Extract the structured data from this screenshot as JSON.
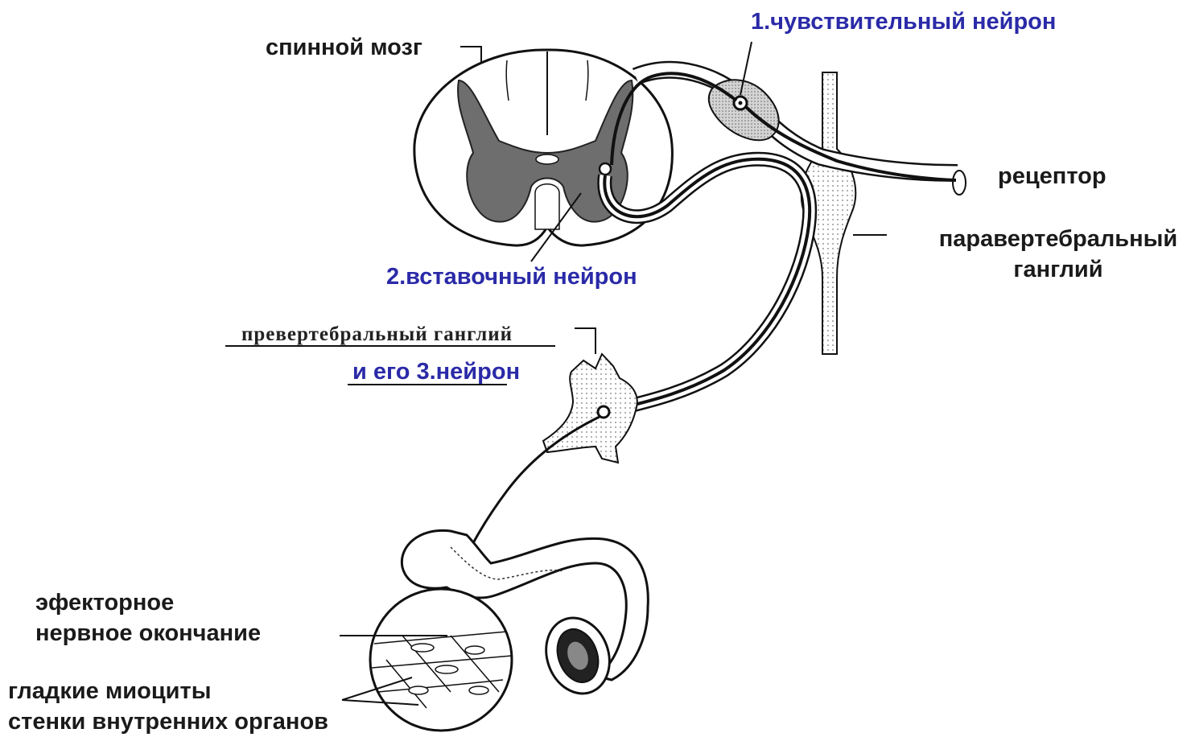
{
  "labels": {
    "spinal_cord": "спинной мозг",
    "sensory_neuron": "1.чувствительный нейрон",
    "receptor": "рецептор",
    "paravertebral_ganglion_1": "паравертебральный",
    "paravertebral_ganglion_2": "ганглий",
    "interneuron": "2.вставочный нейрон",
    "prevertebral_ganglion": "превертебральный ганглий",
    "third_neuron": "и его 3.нейрон",
    "effector_ending_1": "эфекторное",
    "effector_ending_2": "нервное окончание",
    "smooth_myocytes_1": "гладкие миоциты",
    "smooth_myocytes_2": "стенки внутренних органов"
  },
  "colors": {
    "text_black": "#1a1a1a",
    "text_blue": "#2a2aa8",
    "gray_matter": "#6e6e6e",
    "ganglion_fill": "#eeeeee",
    "line": "#111111"
  }
}
